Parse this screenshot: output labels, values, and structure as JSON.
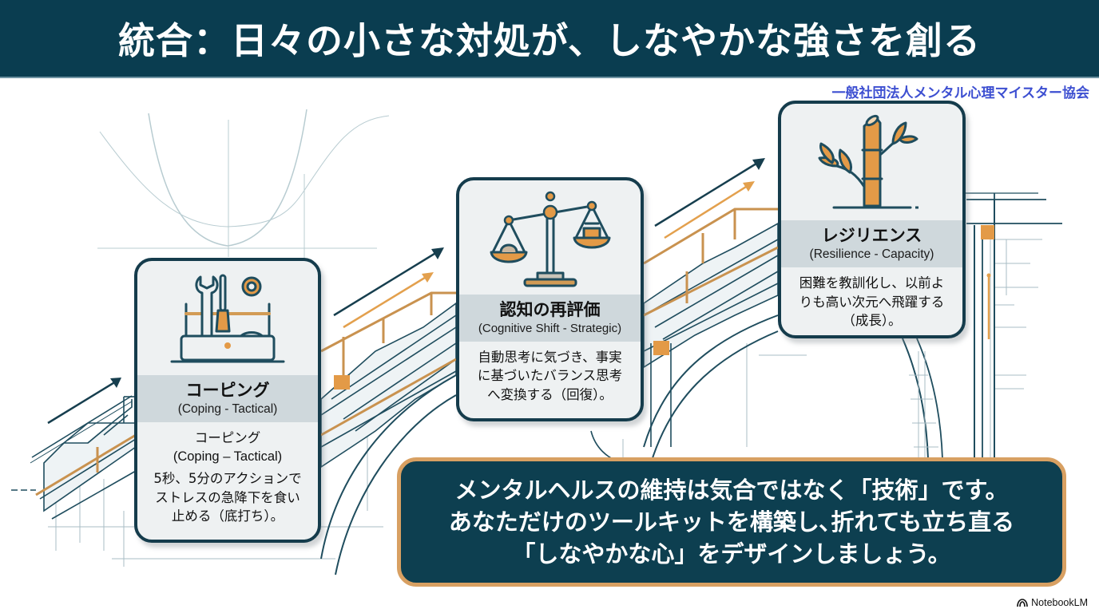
{
  "header": {
    "title": "統合：日々の小さな対処が、しなやかな強さを創る",
    "organization": "一般社団法人メンタル心理マイスター協会"
  },
  "colors": {
    "navy": "#0a3d50",
    "accent_orange": "#e3a04d",
    "card_bg": "#eef1f2",
    "card_band": "#cfd8dc",
    "org_text": "#3d4fd1"
  },
  "cards": [
    {
      "icon": "toolbox-icon",
      "title": "コーピング",
      "subtitle": "(Coping - Tactical)",
      "body_title": "コーピング",
      "body_subtitle": "(Coping – Tactical)",
      "body_lines": [
        "5秒、5分のアクションで",
        "ストレスの急降下を食い",
        "止める（底打ち）。"
      ]
    },
    {
      "icon": "balance-scale-icon",
      "title": "認知の再評価",
      "subtitle": "(Cognitive Shift - Strategic)",
      "body_lines": [
        "自動思考に気づき、事実",
        "に基づいたバランス思考",
        "へ変換する（回復）。"
      ]
    },
    {
      "icon": "bamboo-icon",
      "title": "レジリエンス",
      "subtitle": "(Resilience - Capacity)",
      "body_lines": [
        "困難を教訓化し、以前よ",
        "りも高い次元へ飛躍する",
        "（成長）。"
      ]
    }
  ],
  "message": {
    "lines": [
      "メンタルヘルスの維持は気合ではなく「技術」です。",
      "あなただけのツールキットを構築し､折れても立ち直る",
      "「しなやかな心」をデザインしましょう。"
    ]
  },
  "footer": {
    "brand": "NotebookLM"
  }
}
